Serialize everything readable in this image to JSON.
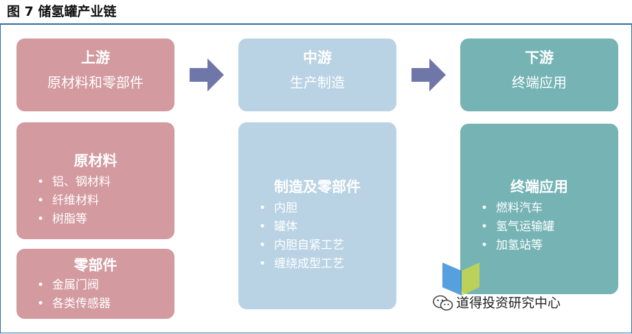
{
  "figure_title": "图 7 储氢罐产业链",
  "upstream": {
    "title": "上游",
    "subtitle": "原材料和零部件"
  },
  "midstream": {
    "title": "中游",
    "subtitle": "生产制造"
  },
  "downstream": {
    "title": "下游",
    "subtitle": "终端应用"
  },
  "materials": {
    "title": "原材料",
    "items": [
      "铝、钢材料",
      "纤维材料",
      "树脂等"
    ]
  },
  "components": {
    "title": "零部件",
    "items": [
      "金属门阀",
      "各类传感器"
    ]
  },
  "manufacturing": {
    "title": "制造及零部件",
    "items": [
      "内胆",
      "罐体",
      "内胆自紧工艺",
      "缠绕成型工艺"
    ]
  },
  "applications": {
    "title": "终端应用",
    "items": [
      "燃料汽车",
      "氢气运输罐",
      "加氢站等"
    ]
  },
  "watermark": "道得投资研究中心",
  "colors": {
    "upstream": "#d39aa0",
    "midstream": "#b9d3e4",
    "downstream": "#75b3b5",
    "arrow": "#6f77a8",
    "rule": "#2f6aa0"
  }
}
